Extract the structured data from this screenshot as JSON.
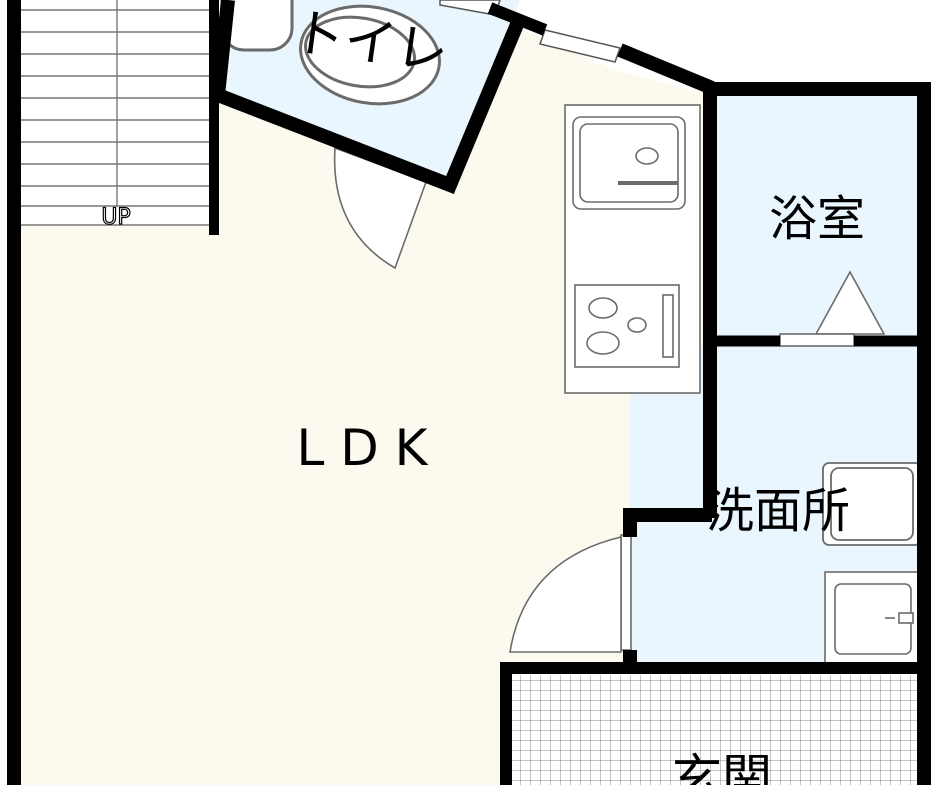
{
  "rooms": {
    "ldk": "L D K",
    "toilet": "トイレ",
    "bath": "浴室",
    "washroom": "洗面所",
    "entrance": "玄関"
  },
  "stairs": {
    "label": "UP"
  },
  "colors": {
    "ldk_floor": "#fcfaee",
    "wet_floor": "#eaf6fd",
    "wall": "#000000",
    "fixture_stroke": "#6b6b6b"
  }
}
